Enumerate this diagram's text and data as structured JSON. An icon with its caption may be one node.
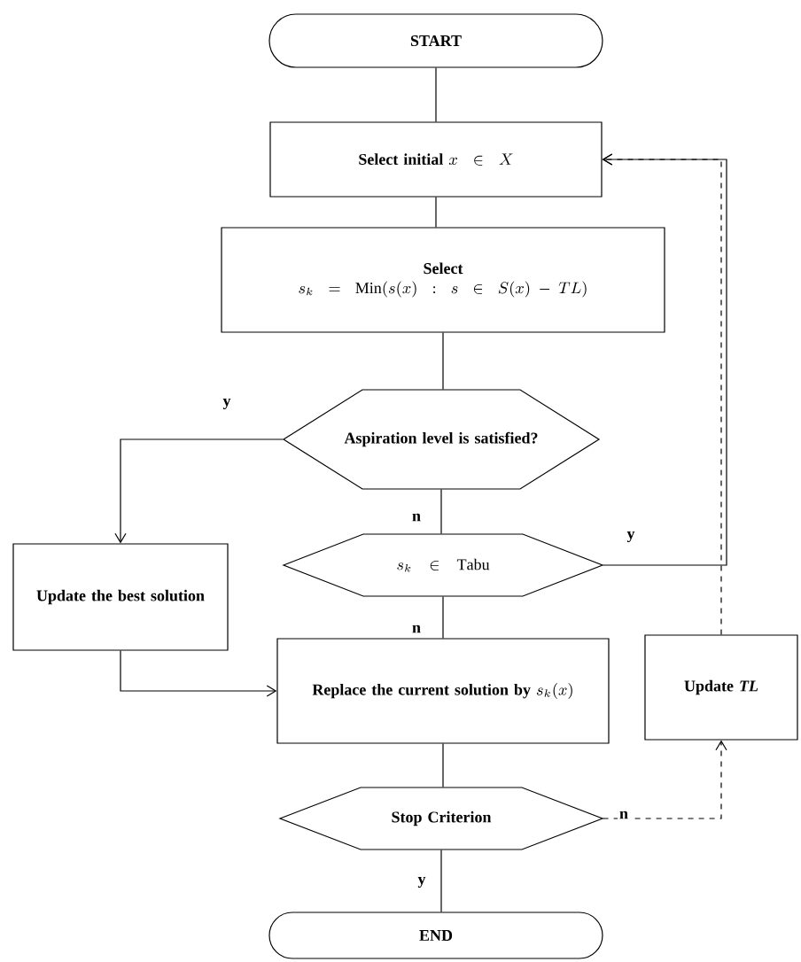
{
  "diagram": {
    "nodes": [
      {
        "text": [
          "START"
        ]
      },
      {
        "text": [
          "Select initial",
          "x \\in X"
        ]
      },
      {
        "text": [
          "Select",
          "s_k = \\mathrm{Min}(s(x) : s \\in S(x) - TL)"
        ]
      },
      {
        "text": [
          "Aspiration level is satisfied?"
        ]
      },
      {
        "text": [
          "s_k \\in \\mathrm{Tabu}"
        ]
      },
      {
        "text": [
          "Update the best solution"
        ]
      },
      {
        "text": [
          "Replace the current solution by",
          "s_k(x)"
        ]
      },
      {
        "text": [
          "Update *TL*"
        ]
      },
      {
        "text": [
          "Stop Criterion"
        ]
      },
      {
        "text": [
          "END"
        ]
      }
    ],
    "edges": [
      {
        "from": 0,
        "to": 1,
        "arrow": "none"
      },
      {
        "from": 1,
        "to": 2,
        "arrow": "none"
      },
      {
        "from": 2,
        "to": 3,
        "arrow": "none"
      },
      {
        "from": 3,
        "to": 5,
        "arrow": "to",
        "label": "y"
      },
      {
        "from": 3,
        "to": 4,
        "arrow": "none",
        "label": "n"
      },
      {
        "from": 4,
        "to": 1,
        "arrow": "to",
        "label": "y"
      },
      {
        "from": 4,
        "to": 6,
        "arrow": "none",
        "label": "n"
      },
      {
        "from": 5,
        "to": 6,
        "arrow": "to"
      },
      {
        "from": 6,
        "to": 8,
        "arrow": "none"
      },
      {
        "from": 7,
        "to": 1,
        "arrow": "to",
        "style": "dashed"
      },
      {
        "from": 8,
        "to": 7,
        "arrow": "to",
        "style": "dashed",
        "label": "n"
      },
      {
        "from": 8,
        "to": 9,
        "arrow": "none",
        "label": "y"
      }
    ]
  }
}
